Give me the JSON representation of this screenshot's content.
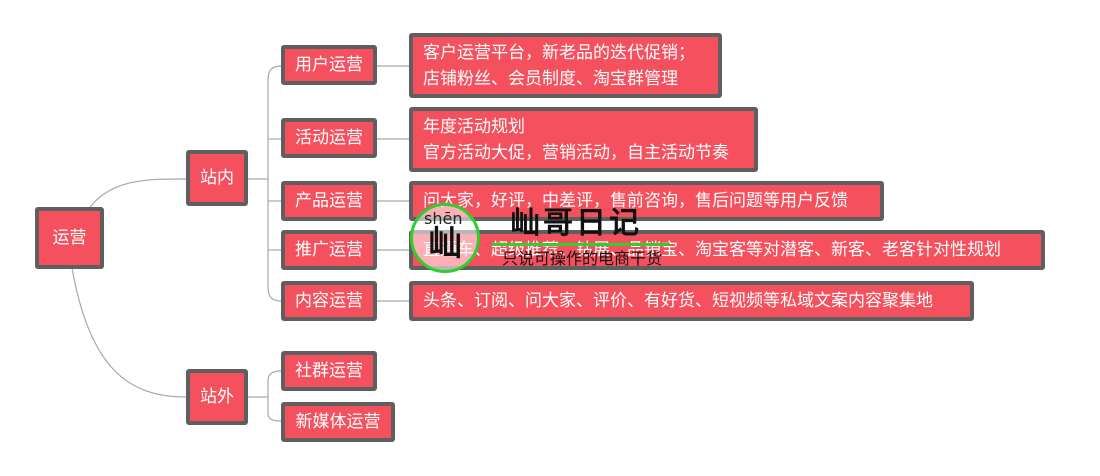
{
  "mindmap": {
    "root": {
      "label": "运营"
    },
    "groups": [
      {
        "label": "站内"
      },
      {
        "label": "站外"
      }
    ],
    "inner_categories": [
      {
        "label": "用户运营",
        "detail_lines": [
          "客户运营平台，新老品的迭代促销；",
          "店铺粉丝、会员制度、淘宝群管理"
        ]
      },
      {
        "label": "活动运营",
        "detail_lines": [
          "年度活动规划",
          "官方活动大促，营销活动，自主活动节奏"
        ]
      },
      {
        "label": "产品运营",
        "detail_lines": [
          "问大家，好评，中差评，售前咨询，售后问题等用户反馈"
        ]
      },
      {
        "label": "推广运营",
        "detail_lines": [
          "直通车、超级推荐、钻展、品销宝、淘宝客等对潜客、新客、老客针对性规划"
        ]
      },
      {
        "label": "内容运营",
        "detail_lines": [
          "头条、订阅、问大家、评价、有好货、短视频等私域文案内容聚集地"
        ]
      }
    ],
    "outer_categories": [
      {
        "label": "社群运营"
      },
      {
        "label": "新媒体运营"
      }
    ]
  },
  "watermark": {
    "pinyin": "shēn",
    "glyph": "屾",
    "title": "屾哥日记",
    "subtitle": "只说可操作的电商干货"
  },
  "colors": {
    "node_fill": "#f5505e",
    "node_border": "#5f5f5f",
    "connector": "#a8a8a8",
    "watermark_accent": "#2ecf2e"
  }
}
